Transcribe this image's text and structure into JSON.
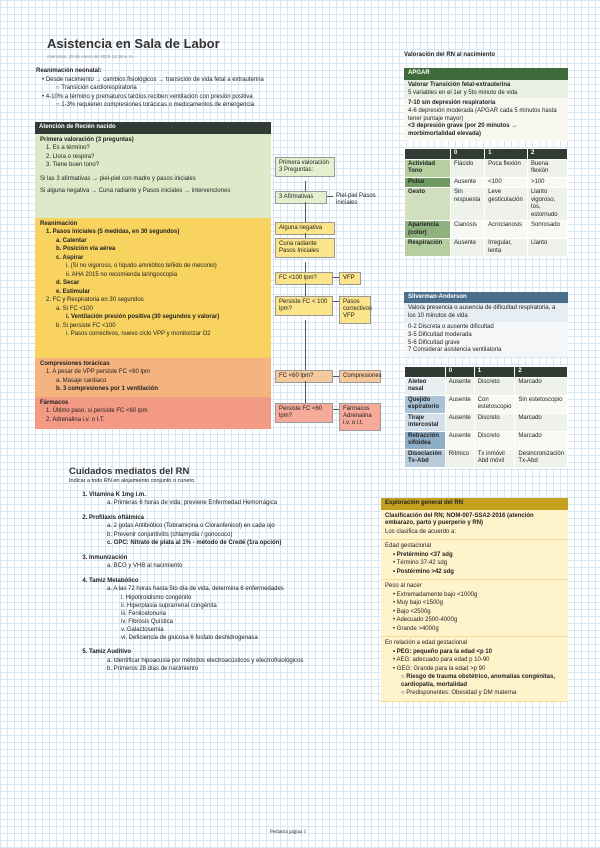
{
  "header": {
    "title": "Asistencia en Sala de Labor",
    "date": "miércoles, 25 de enero de 2023  12:18 a. m."
  },
  "neonatal": {
    "title": "Reanimación neonatal:",
    "items": [
      {
        "text": "Desde nacimiento → cambios fisiológicos → transición de vida fetal a extrauterina",
        "sub": "Transición cardiorespiratoria"
      },
      {
        "text": "4-10% a término y prematuros tardíos reciben ventilación con presión positiva",
        "sub": "1-3% requieren compresiones torácicas o medicamentos de emergencia"
      }
    ]
  },
  "flow": {
    "header": "Atención de Recién nacido",
    "s1": {
      "title": "Primera valoración (3 preguntas)",
      "q": [
        "1. Es a término?",
        "2. Llora o respira?",
        "3. Tiene buen tono?"
      ],
      "yes": "Si las 3 afirmativas → piel-piel con madre y pasos iniciales",
      "no": "Si alguna negativa → Cuna radiante y Pasos iniciales → intervenciones"
    },
    "s2": {
      "title": "Reanimación",
      "lines": [
        {
          "t": "1. Pasos iniciales (5 medidas, en 30 segundos)",
          "c": "i1 b"
        },
        {
          "t": "a. Calentar",
          "c": "i2 b"
        },
        {
          "t": "b. Posición vía aérea",
          "c": "i2 b"
        },
        {
          "t": "c. Aspirar",
          "c": "i2 b"
        },
        {
          "t": "i. (Si no vigoroso, o líquido amniótico teñido de meconio)",
          "c": "i3"
        },
        {
          "t": "ii. AHA 2015 no recomienda laringoscopia",
          "c": "i3"
        },
        {
          "t": "d. Secar",
          "c": "i2 b"
        },
        {
          "t": "e. Estimular",
          "c": "i2 b"
        },
        {
          "t": " ",
          "c": "i1"
        },
        {
          "t": "2. FC y Respiratoria en 30 segundos",
          "c": "i1"
        },
        {
          "t": "a. Si FC <100",
          "c": "i2"
        },
        {
          "t": "i. Ventilación presión positiva (30 segundos y valorar)",
          "c": "i3 b"
        },
        {
          "t": "b. Si persiste FC <100",
          "c": "i2"
        },
        {
          "t": "i. Pasos correctivos, nuevo ciclo VPP y monitorizar O2",
          "c": "i3"
        }
      ]
    },
    "s3": {
      "title": "Compresiones torácicas",
      "lines": [
        "1. A pesar de VPP persiste FC <60 lpm",
        "a. Masaje cardiaco",
        "b. 3 compresiones por 1 ventilación"
      ]
    },
    "s4": {
      "title": "Fármacos",
      "lines": [
        "1. Último paso, si persiste FC <60 lpm",
        "2. Adrenalina i.v. o I.T."
      ]
    }
  },
  "diagram": {
    "b1": "Primera valoración 3 Preguntas:",
    "b2": "3 Afirmativas",
    "b2r": "Piel-piel Pasos iniciales",
    "b3": "Alguna negativa",
    "b4": "Cuna radiante Pasos Iniciales",
    "b5": "FC <100 lpm?",
    "b5r": "VFP",
    "b6": "Persiste FC < 100 lpm?",
    "b6r": "Pasos correctivos VFP",
    "b7": "FC <60 lpm?",
    "b7r": "Compresiones",
    "b8": "Persiste FC <60 lpm?",
    "b8r": "Fármacos Adrenalina i.v. o i.t."
  },
  "rn": {
    "title": "Valoración del RN al nacimiento"
  },
  "apgar": {
    "header": "APGAR",
    "desc1": "Valorar Transición fetal-extrauterina",
    "desc2": "5 variables en el 1er y 5to minuto de vida",
    "points": [
      "7-10 sin depresión respiratoria",
      "4-6 depresión moderada (APGAR cada 5 minutos hasta tener puntaje mayor)",
      "<3 depresión grave (por 20 minutos → morbimortalidad elevada)"
    ],
    "cols": [
      "",
      "0",
      "1",
      "2"
    ],
    "rows": [
      [
        "Actividad Tono",
        "Flácido",
        "Poca flexión",
        "Buena flexión"
      ],
      [
        "Pulso",
        "Ausente",
        "<100",
        ">100"
      ],
      [
        "Gesto",
        "Sin respuesta",
        "Leve gesticulación",
        "Llanto vigoroso, tos, estornudo"
      ],
      [
        "Apariencia (color)",
        "Cianosis",
        "Acrocianosis",
        "Sonrosado"
      ],
      [
        "Respiración",
        "Ausente",
        "Irregular, lenta",
        "Llanto"
      ]
    ]
  },
  "silverman": {
    "header": "Silverman-Anderson",
    "desc": "Valora presencia o ausencia de dificultad respiratoria, a los 10 minutos de vida",
    "points": [
      "0-2 Discreta o ausente dificultad",
      "3-5 Dificultad moderada",
      "5-6 Dificultad grave",
      "7 Considerar asistencia ventilatoria"
    ],
    "cols": [
      "",
      "0",
      "1",
      "2"
    ],
    "rows": [
      [
        "Aleteo nasal",
        "Ausente",
        "Discreto",
        "Marcado"
      ],
      [
        "Quejido espiratorio",
        "Ausente",
        "Con estetoscopio",
        "Sin estetoscopio"
      ],
      [
        "Tiraje intercostal",
        "Ausente",
        "Discreto",
        "Marcado"
      ],
      [
        "Retracción xifoidea",
        "Ausente",
        "Discreto",
        "Marcado"
      ],
      [
        "Disociación Tx-Abd",
        "Rítmico",
        "Tx inmóvil Abd móvil",
        "Desincronización Tx-Abd"
      ]
    ]
  },
  "cuidados": {
    "title": "Cuidados mediatos del RN",
    "subtitle": "Indicar a todo RN en alojamiento conjunto o cunero",
    "items": [
      {
        "t": "Vitamina K 1mg i.m.",
        "subs": [
          {
            "t": "a. Primeras 6 horas de vida; previene Enfermedad Hemorrágica",
            "c": "it"
          }
        ]
      },
      {
        "t": "Profilaxis oftálmica",
        "subs": [
          {
            "t": "a. 2 gotas Antibiótico (Tobramicina o Cloranfenicol) en cada ojo",
            "c": "it"
          },
          {
            "t": "b. Prevenir conjuntivitis (chlamydia / gonococo)",
            "c": "it"
          },
          {
            "t": "c. GPC: Nitrato de plata al 1% - método de Credé (1ra opción)",
            "c": "it b"
          }
        ]
      },
      {
        "t": "Inmunización",
        "subs": [
          {
            "t": "a. BCG y VHB al nacimiento",
            "c": "it"
          }
        ]
      },
      {
        "t": "Tamiz Metabólico",
        "subs": [
          {
            "t": "a. A las 72 horas hasta 5to día de vida, determina 6 enfermedades",
            "c": "it"
          },
          {
            "t": "i. Hipotiroidismo congénito",
            "c": "it2"
          },
          {
            "t": "ii. Hiperplasia suprarrenal congénita",
            "c": "it2"
          },
          {
            "t": "iii. Fenilcetonuria",
            "c": "it2"
          },
          {
            "t": "iv. Fibrosis Quística",
            "c": "it2"
          },
          {
            "t": "v. Galactosemia",
            "c": "it2"
          },
          {
            "t": "vi. Deficiencia de glucosa 6 fosfato deshidrogenasa",
            "c": "it2"
          }
        ]
      },
      {
        "t": "Tamiz Auditivo",
        "subs": [
          {
            "t": "a. Identificar hipoacusia por métodos electroacústicos y electrofisiológicos",
            "c": "it"
          },
          {
            "t": "b. Primeros 28 días de nacimiento",
            "c": "it"
          }
        ]
      }
    ]
  },
  "exploracion": {
    "header": "Exploración general del RN",
    "intro": [
      "Clasificación del RN; NOM-007-SSA2-2016 (atención embarazo, parto y puerperio y RN)",
      "Los clasifica de acuerdo a:"
    ],
    "secs": [
      {
        "title": "Edad gestacional",
        "lines": [
          {
            "t": "Pretérmino <37 sdg",
            "c": "p1 b"
          },
          {
            "t": "Término 37-42 sdg",
            "c": "p1"
          },
          {
            "t": "Postérmino >42 sdg",
            "c": "p1 b"
          }
        ]
      },
      {
        "title": "Peso al nacer",
        "lines": [
          {
            "t": "Extremadamente bajo <1000g",
            "c": "p1"
          },
          {
            "t": "Muy bajo <1500g",
            "c": "p1"
          },
          {
            "t": "Bajo <2500g",
            "c": "p1"
          },
          {
            "t": "Adecuado 2500-4000g",
            "c": "p1"
          },
          {
            "t": "Grande >4000g",
            "c": "p1"
          }
        ]
      },
      {
        "title": "En relación a edad gestacional",
        "lines": [
          {
            "t": "PEG: pequeño para la edad <p 10",
            "c": "p1 b"
          },
          {
            "t": "AEG: adecuado para edad p 10-90",
            "c": "p1"
          },
          {
            "t": "GEG: Grande para la edad >p 90",
            "c": "p1"
          },
          {
            "t": "Riesgo de trauma obstétrico, anomalías congénitas, cardiopatía, mortalidad",
            "c": "p2 b"
          },
          {
            "t": "Predisponentes: Obesidad y DM materna",
            "c": "p2"
          }
        ]
      }
    ]
  },
  "footer": "Pediatría página 1",
  "colors": {
    "darkGreen": "#2f3b33",
    "panelGreen": "#3f6b3a",
    "silverBlue": "#4a6f8c",
    "gold": "#c6a11d"
  }
}
